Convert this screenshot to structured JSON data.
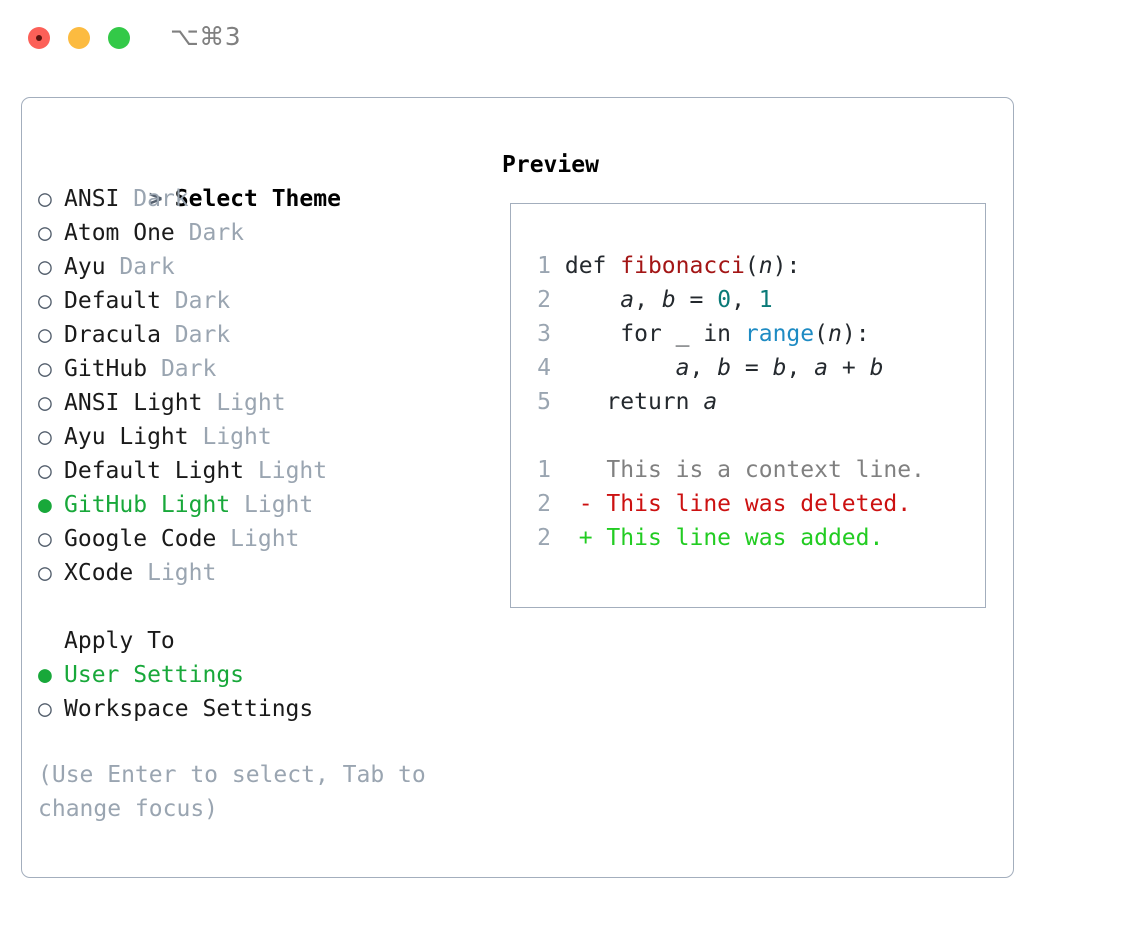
{
  "window": {
    "title": "⌥⌘3",
    "traffic_lights": [
      "close-red",
      "minimize-yellow",
      "maximize-green"
    ]
  },
  "colors": {
    "selected_green": "#18a83a",
    "muted": "#9aa5b1",
    "border": "#a3aebd",
    "diff_added": "#22cc22",
    "diff_deleted": "#cc1111",
    "diff_context": "#808080"
  },
  "theme_list": {
    "header_prefix": ">",
    "header_label": "Select Theme",
    "bullet_unselected": "○",
    "bullet_selected": "●",
    "items": [
      {
        "name": "ANSI",
        "tag": "Dark",
        "selected": false
      },
      {
        "name": "Atom One",
        "tag": "Dark",
        "selected": false
      },
      {
        "name": "Ayu",
        "tag": "Dark",
        "selected": false
      },
      {
        "name": "Default",
        "tag": "Dark",
        "selected": false
      },
      {
        "name": "Dracula",
        "tag": "Dark",
        "selected": false
      },
      {
        "name": "GitHub",
        "tag": "Dark",
        "selected": false
      },
      {
        "name": "ANSI Light",
        "tag": "Light",
        "selected": false
      },
      {
        "name": "Ayu Light",
        "tag": "Light",
        "selected": false
      },
      {
        "name": "Default Light",
        "tag": "Light",
        "selected": false
      },
      {
        "name": "GitHub Light",
        "tag": "Light",
        "selected": true
      },
      {
        "name": "Google Code",
        "tag": "Light",
        "selected": false
      },
      {
        "name": "XCode",
        "tag": "Light",
        "selected": false
      }
    ]
  },
  "apply_to": {
    "header_label": "Apply To",
    "options": [
      {
        "label": "User Settings",
        "selected": true
      },
      {
        "label": "Workspace Settings",
        "selected": false
      }
    ]
  },
  "hint": "(Use Enter to select, Tab to change focus)",
  "preview": {
    "title": "Preview",
    "code_lines": [
      {
        "num": "1",
        "tokens": [
          {
            "t": "def ",
            "c": "tok-def"
          },
          {
            "t": "fibonacci",
            "c": "tok-fn"
          },
          {
            "t": "(",
            "c": "tok-plain"
          },
          {
            "t": "n",
            "c": "tok-var"
          },
          {
            "t": "):",
            "c": "tok-plain"
          }
        ]
      },
      {
        "num": "2",
        "tokens": [
          {
            "t": "    ",
            "c": "tok-plain"
          },
          {
            "t": "a",
            "c": "tok-var"
          },
          {
            "t": ", ",
            "c": "tok-plain"
          },
          {
            "t": "b",
            "c": "tok-var"
          },
          {
            "t": " = ",
            "c": "tok-plain"
          },
          {
            "t": "0",
            "c": "tok-num"
          },
          {
            "t": ", ",
            "c": "tok-plain"
          },
          {
            "t": "1",
            "c": "tok-num"
          }
        ]
      },
      {
        "num": "3",
        "tokens": [
          {
            "t": "    for _ in ",
            "c": "tok-kw"
          },
          {
            "t": "range",
            "c": "tok-call"
          },
          {
            "t": "(",
            "c": "tok-plain"
          },
          {
            "t": "n",
            "c": "tok-var"
          },
          {
            "t": "):",
            "c": "tok-plain"
          }
        ]
      },
      {
        "num": "4",
        "tokens": [
          {
            "t": "        ",
            "c": "tok-plain"
          },
          {
            "t": "a",
            "c": "tok-var"
          },
          {
            "t": ", ",
            "c": "tok-plain"
          },
          {
            "t": "b",
            "c": "tok-var"
          },
          {
            "t": " = ",
            "c": "tok-plain"
          },
          {
            "t": "b",
            "c": "tok-var"
          },
          {
            "t": ", ",
            "c": "tok-plain"
          },
          {
            "t": "a",
            "c": "tok-var"
          },
          {
            "t": " + ",
            "c": "tok-plain"
          },
          {
            "t": "b",
            "c": "tok-var"
          }
        ]
      },
      {
        "num": "5",
        "tokens": [
          {
            "t": "   return ",
            "c": "tok-kw"
          },
          {
            "t": "a",
            "c": "tok-var"
          }
        ]
      }
    ],
    "diff_lines": [
      {
        "num": "1",
        "marker": " ",
        "text": " This is a context line.",
        "kind": "diff-ctx"
      },
      {
        "num": "2",
        "marker": "-",
        "text": " This line was deleted.",
        "kind": "diff-del"
      },
      {
        "num": "2",
        "marker": "+",
        "text": " This line was added.",
        "kind": "diff-add"
      }
    ]
  }
}
